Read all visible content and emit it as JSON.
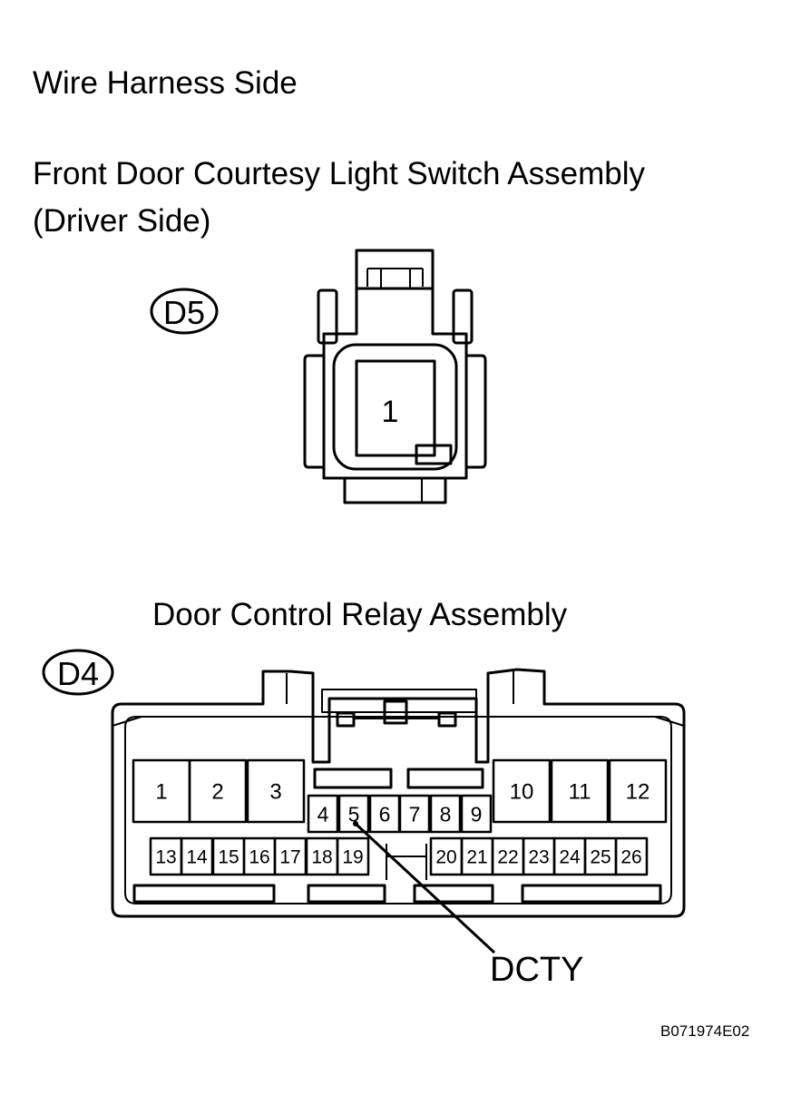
{
  "header": {
    "title": "Wire Harness Side"
  },
  "connector_d5": {
    "title_line1": "Front Door Courtesy Light Switch Assembly",
    "title_line2": "(Driver Side)",
    "code": "D5",
    "pins": [
      "1"
    ]
  },
  "connector_d4": {
    "title": "Door Control Relay Assembly",
    "code": "D4",
    "top_row": [
      "1",
      "2",
      "3",
      "10",
      "11",
      "12"
    ],
    "middle_row": [
      "4",
      "5",
      "6",
      "7",
      "8",
      "9"
    ],
    "bottom_row": [
      "13",
      "14",
      "15",
      "16",
      "17",
      "18",
      "19",
      "20",
      "21",
      "22",
      "23",
      "24",
      "25",
      "26"
    ],
    "callout": {
      "pin": "5",
      "label": "DCTY"
    }
  },
  "footer": {
    "drawing_code": "B071974E02"
  }
}
